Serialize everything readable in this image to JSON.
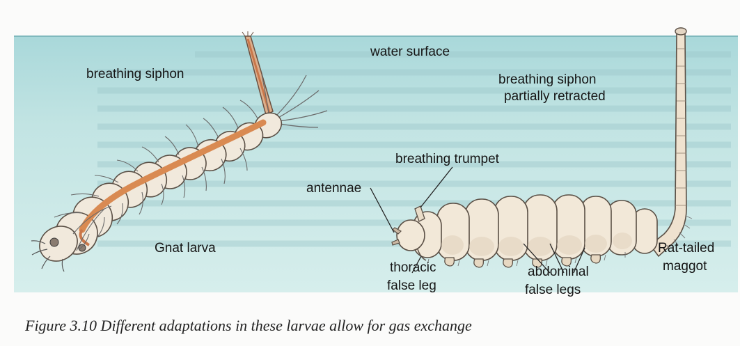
{
  "labels": {
    "water_surface": "water surface",
    "gnat_siphon": "breathing siphon",
    "rat_siphon_line1": "breathing siphon",
    "rat_siphon_line2": "partially retracted",
    "breathing_trumpet": "breathing trumpet",
    "antennae": "antennae",
    "gnat_larva": "Gnat larva",
    "thoracic_line1": "thoracic",
    "thoracic_line2": "false leg",
    "abdominal_line1": "abdominal",
    "abdominal_line2": "false legs",
    "maggot_line1": "Rat-tailed",
    "maggot_line2": "maggot"
  },
  "caption": "Figure 3.10 Different adaptations in these larvae allow for gas exchange",
  "colors": {
    "water": "#b9dfe0",
    "water_deep": "#cde9e8",
    "larva_body": "#f1e9dc",
    "outline": "#5a4f45",
    "gut": "#d98a52",
    "siphon": "#c9774a"
  }
}
